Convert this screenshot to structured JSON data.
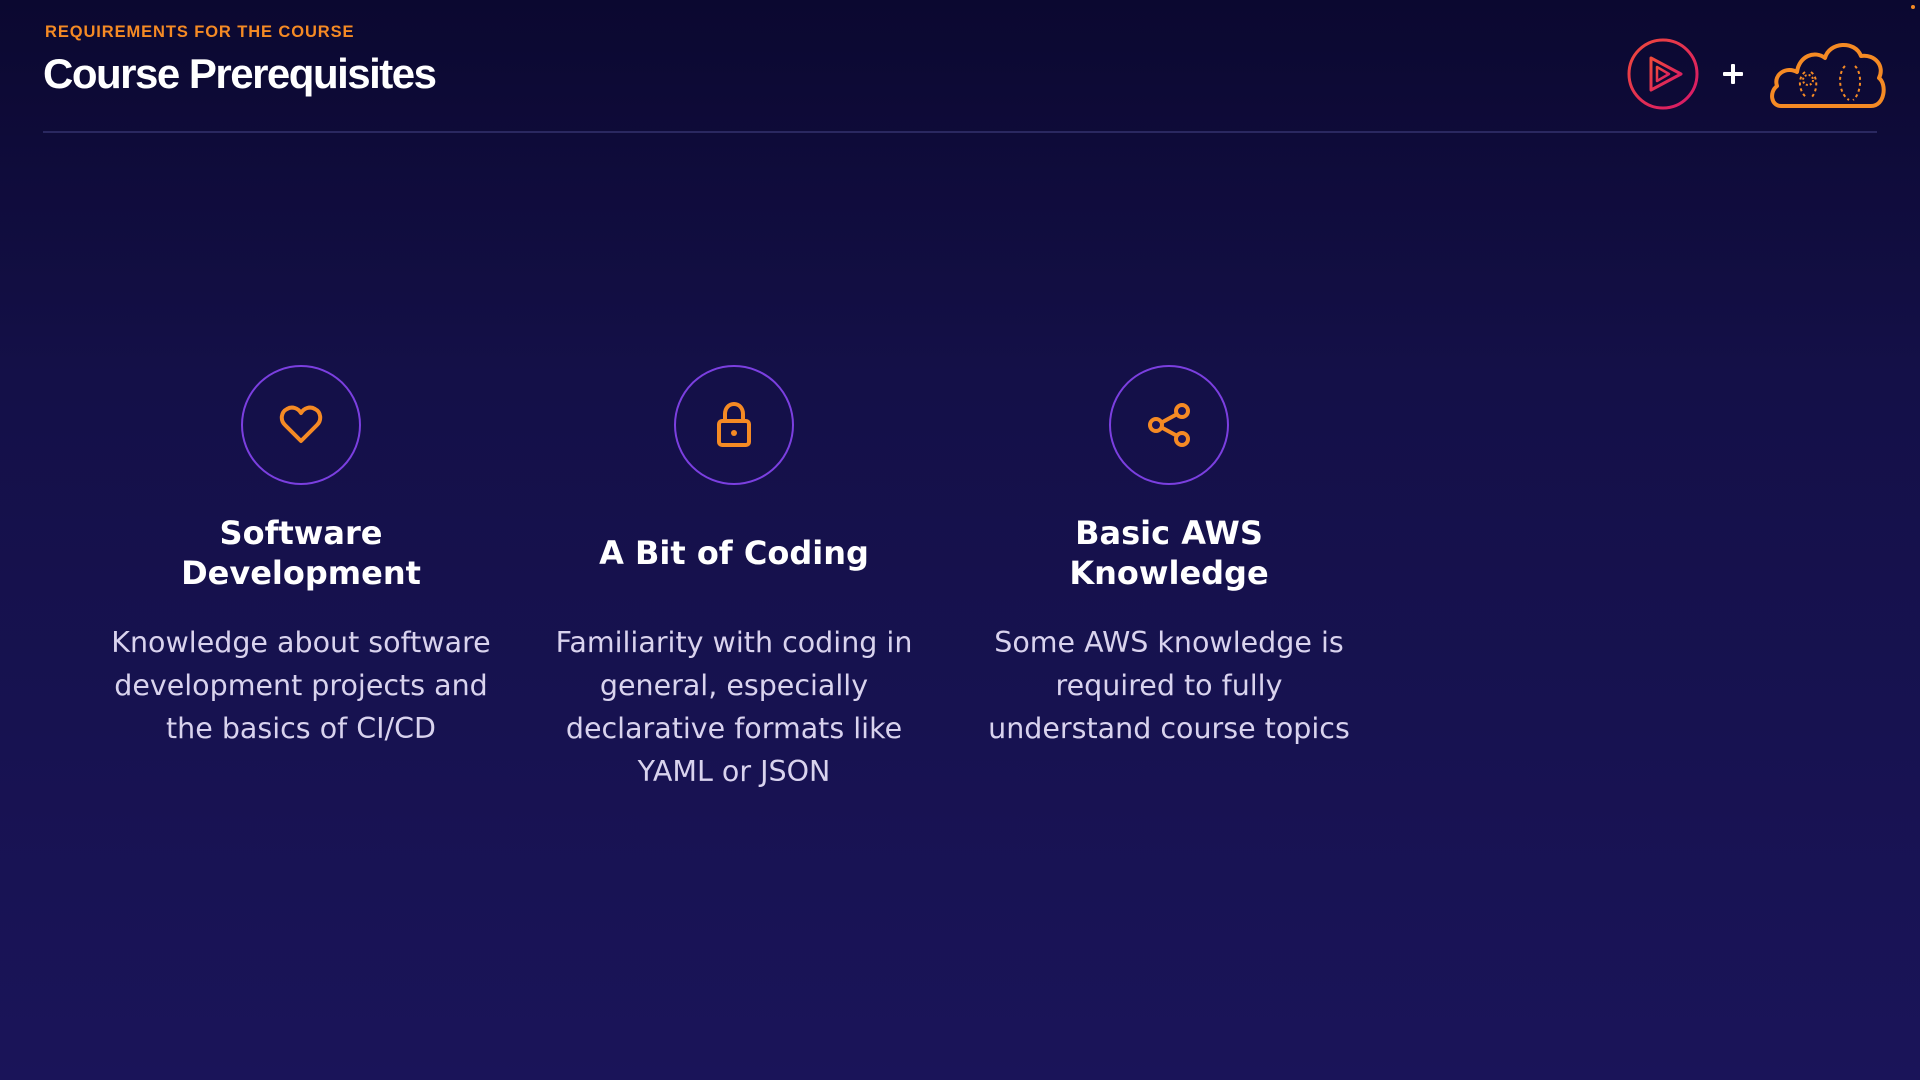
{
  "header": {
    "eyebrow": "REQUIREMENTS FOR THE COURSE",
    "title": "Course Prerequisites"
  },
  "brand": {
    "icons": [
      "pluralsight-play-icon",
      "plus-icon",
      "cloud-mascot-icon"
    ],
    "colors": {
      "play": "#e0265c",
      "plus": "#ffffff",
      "cloud": "#f58a24"
    }
  },
  "cards": [
    {
      "icon": "heart-icon",
      "heading": "Software Development",
      "body": "Knowledge about software development projects and the basics of CI/CD"
    },
    {
      "icon": "lock-icon",
      "heading": "A Bit of Coding",
      "body": "Familiarity with coding in general, especially declarative formats like YAML or JSON"
    },
    {
      "icon": "share-icon",
      "heading": "Basic AWS Knowledge",
      "body": "Some AWS knowledge is required to fully understand course topics"
    }
  ],
  "colors": {
    "background_top": "#0b0830",
    "background_bottom": "#1a1459",
    "accent_orange": "#f58a24",
    "ring_purple": "#7b3fe0",
    "body_text": "#d9d3ee"
  }
}
